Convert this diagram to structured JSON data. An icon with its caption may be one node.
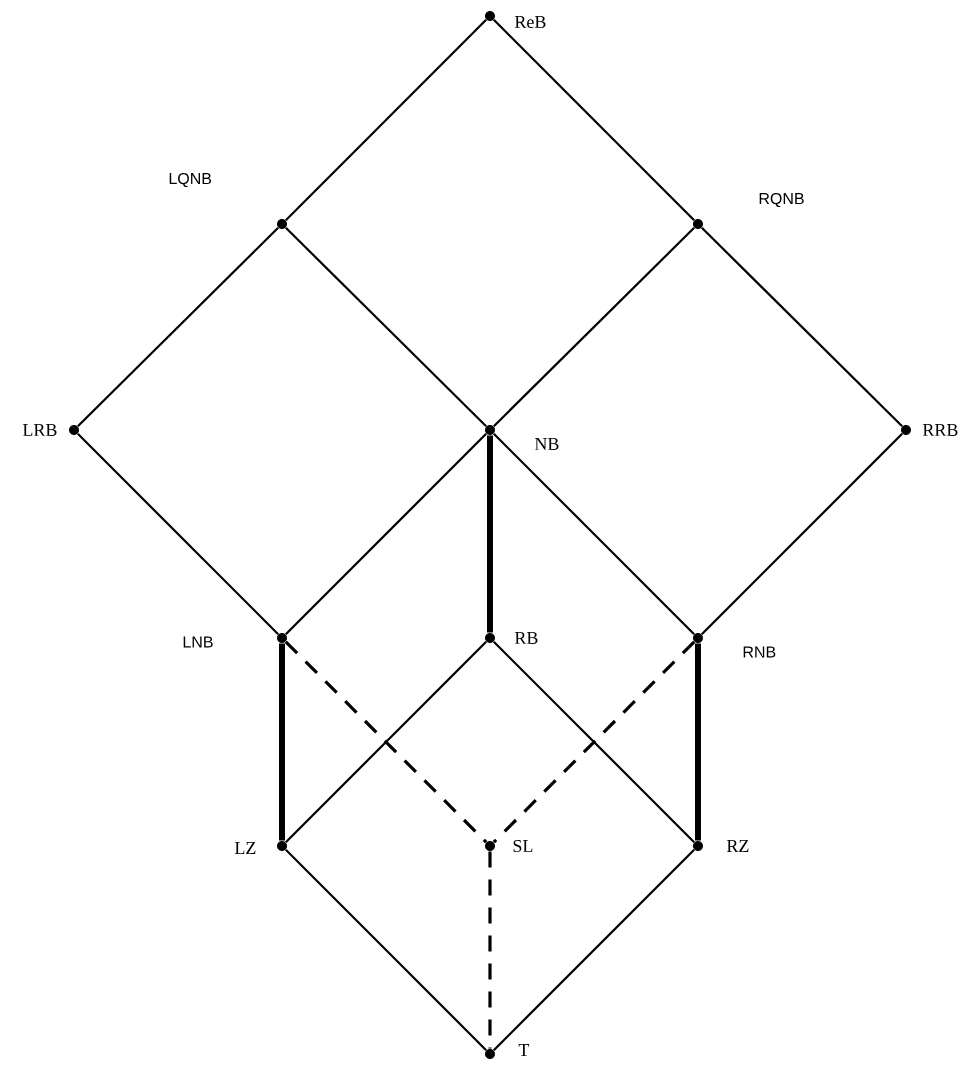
{
  "diagram": {
    "nodes": [
      {
        "text": [
          "ReB"
        ]
      },
      {
        "text": [
          "LQNB"
        ]
      },
      {
        "text": [
          "RQNB"
        ]
      },
      {
        "text": [
          "LRB"
        ]
      },
      {
        "text": [
          "NB"
        ]
      },
      {
        "text": [
          "RRB"
        ]
      },
      {
        "text": [
          "LNB"
        ]
      },
      {
        "text": [
          "RB"
        ]
      },
      {
        "text": [
          "RNB"
        ]
      },
      {
        "text": [
          "LZ"
        ]
      },
      {
        "text": [
          "SL"
        ]
      },
      {
        "text": [
          "RZ"
        ]
      },
      {
        "text": [
          "T"
        ]
      }
    ],
    "edges": [
      {
        "from": 0,
        "to": 1,
        "arrow": "none"
      },
      {
        "from": 0,
        "to": 2,
        "arrow": "none"
      },
      {
        "from": 1,
        "to": 3,
        "arrow": "none"
      },
      {
        "from": 1,
        "to": 4,
        "arrow": "none"
      },
      {
        "from": 2,
        "to": 4,
        "arrow": "none"
      },
      {
        "from": 2,
        "to": 5,
        "arrow": "none"
      },
      {
        "from": 3,
        "to": 6,
        "arrow": "none"
      },
      {
        "from": 4,
        "to": 6,
        "arrow": "none"
      },
      {
        "from": 4,
        "to": 8,
        "arrow": "none"
      },
      {
        "from": 5,
        "to": 8,
        "arrow": "none"
      },
      {
        "from": 4,
        "to": 7,
        "arrow": "none",
        "style": "thick"
      },
      {
        "from": 6,
        "to": 9,
        "arrow": "none",
        "style": "thick"
      },
      {
        "from": 8,
        "to": 11,
        "arrow": "none",
        "style": "thick"
      },
      {
        "from": 6,
        "to": 10,
        "arrow": "none",
        "style": "dashed"
      },
      {
        "from": 8,
        "to": 10,
        "arrow": "none",
        "style": "dashed"
      },
      {
        "from": 7,
        "to": 9,
        "arrow": "none"
      },
      {
        "from": 7,
        "to": 11,
        "arrow": "none"
      },
      {
        "from": 9,
        "to": 12,
        "arrow": "none"
      },
      {
        "from": 11,
        "to": 12,
        "arrow": "none"
      },
      {
        "from": 10,
        "to": 12,
        "arrow": "none",
        "style": "dashed"
      }
    ]
  }
}
